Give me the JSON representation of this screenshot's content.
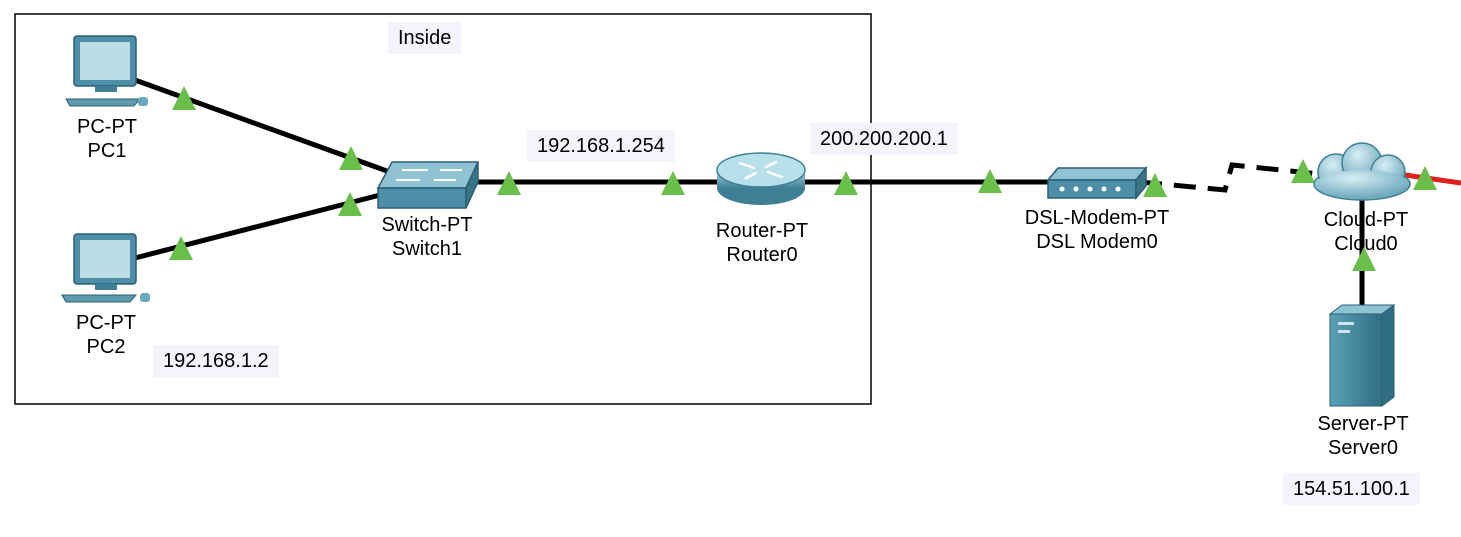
{
  "cluster": {
    "label": "Inside"
  },
  "devices": {
    "pc1": {
      "model": "PC-PT",
      "name": "PC1"
    },
    "pc2": {
      "model": "PC-PT",
      "name": "PC2"
    },
    "switch1": {
      "model": "Switch-PT",
      "name": "Switch1"
    },
    "router0": {
      "model": "Router-PT",
      "name": "Router0"
    },
    "modem0": {
      "model": "DSL-Modem-PT",
      "name": "DSL Modem0"
    },
    "cloud0": {
      "model": "Cloud-PT",
      "name": "Cloud0"
    },
    "server0": {
      "model": "Server-PT",
      "name": "Server0"
    }
  },
  "notes": {
    "pc2_ip": "192.168.1.2",
    "router_inside_ip": "192.168.1.254",
    "router_outside_ip": "200.200.200.1",
    "server_ip": "154.51.100.1"
  },
  "colors": {
    "link": "#000000",
    "link_status_up": "#6abf4b",
    "cloud_uplink": "#e0201b",
    "device_blue": "#4d8fa8",
    "note_background": "#f4f5fc"
  }
}
